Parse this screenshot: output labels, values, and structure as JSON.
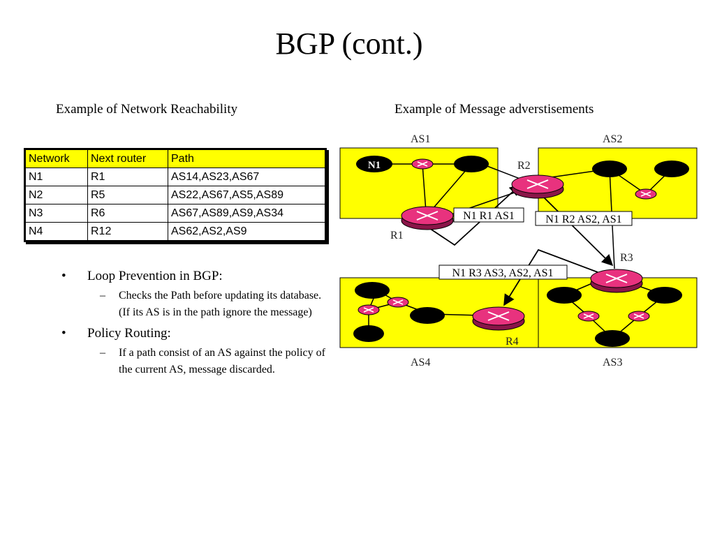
{
  "slide": {
    "title": "BGP (cont.)",
    "left_subtitle": "Example of Network Reachability",
    "right_subtitle": "Example of Message adverstisements"
  },
  "table": {
    "headers": [
      "Network",
      "Next router",
      "Path"
    ],
    "rows": [
      [
        "N1",
        "R1",
        "AS14,AS23,AS67"
      ],
      [
        "N2",
        "R5",
        "AS22,AS67,AS5,AS89"
      ],
      [
        "N3",
        "R6",
        "AS67,AS89,AS9,AS34"
      ],
      [
        "N4",
        "R12",
        "AS62,AS2,AS9"
      ]
    ],
    "header_color": "#ffff00"
  },
  "bullets": [
    {
      "text": "Loop Prevention in BGP:",
      "sub": [
        "Checks the Path before updating its database. (If its AS is in the path ignore the message)"
      ]
    },
    {
      "text": "Policy Routing:",
      "sub": [
        "If a path consist of an AS against the policy of the current AS, message discarded."
      ]
    }
  ],
  "diagram": {
    "as_labels": {
      "as1": "AS1",
      "as2": "AS2",
      "as3": "AS3",
      "as4": "AS4"
    },
    "router_labels": {
      "r1": "R1",
      "r2": "R2",
      "r3": "R3",
      "r4": "R4"
    },
    "network_label": "N1",
    "messages": {
      "m1": "N1 R1 AS1",
      "m2": "N1 R2 AS2, AS1",
      "m3": "N1 R3 AS3, AS2, AS1"
    },
    "colors": {
      "as_fill": "#ffff00",
      "router_fill": "#e8327e",
      "host_fill": "#000000"
    }
  }
}
